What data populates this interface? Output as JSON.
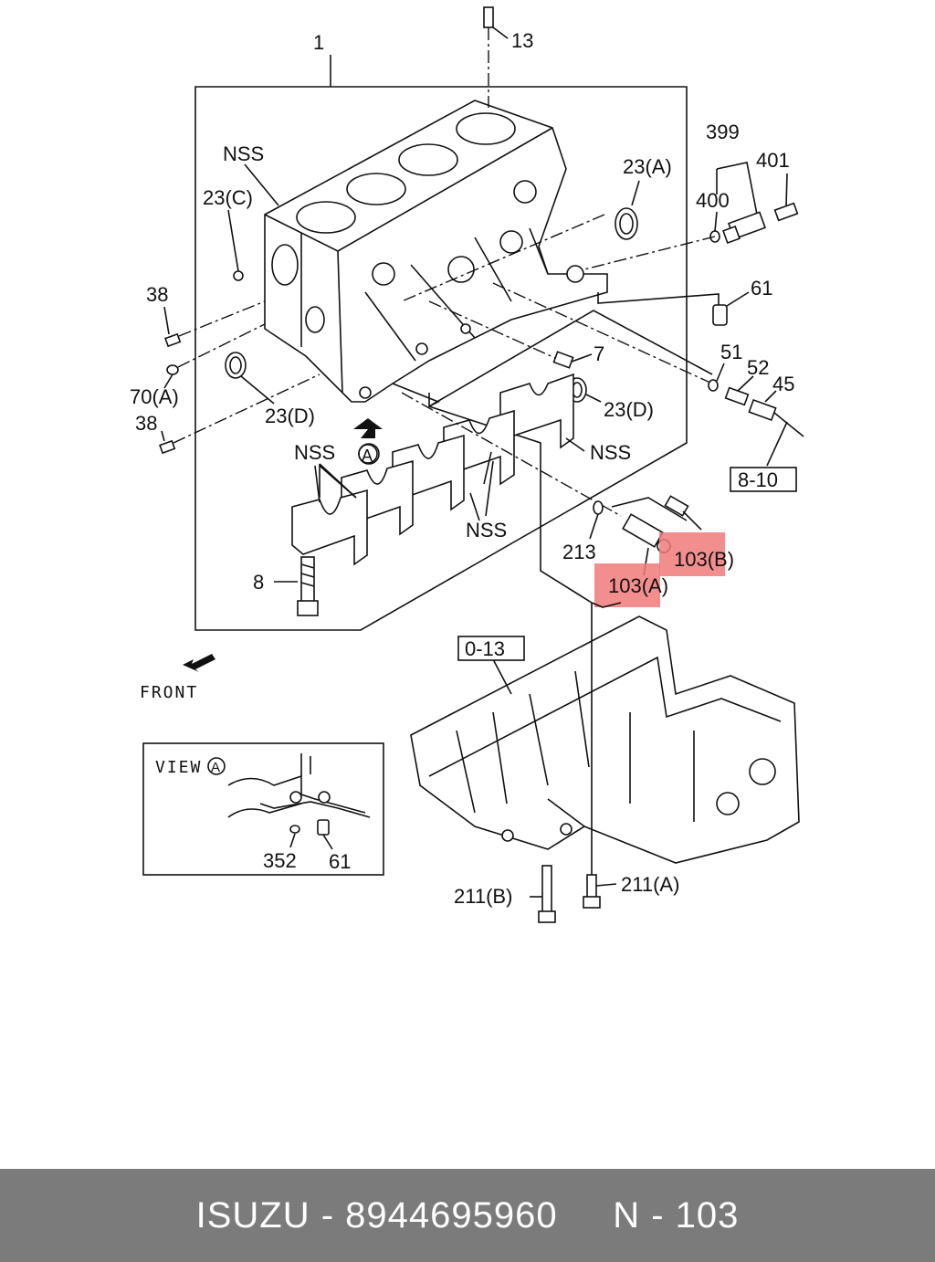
{
  "diagram": {
    "labels": {
      "l1": "1",
      "l13": "13",
      "nss1": "NSS",
      "l23c": "23(C)",
      "l23a": "23(A)",
      "l399": "399",
      "l401": "401",
      "l400": "400",
      "l61a": "61",
      "l38a": "38",
      "l7": "7",
      "l51": "51",
      "l52": "52",
      "l45": "45",
      "l70a": "70(A)",
      "l23d1": "23(D)",
      "l23d2": "23(D)",
      "l38b": "38",
      "nss2": "NSS",
      "viewA": "A",
      "nss3": "NSS",
      "nss4": "NSS",
      "l810": "8-10",
      "l213": "213",
      "l103b": "103(B)",
      "l103a": "103(A)",
      "l8": "8",
      "l013": "0-13",
      "front": "FRONT",
      "view": "VIEW",
      "viewCircle": "A",
      "l352": "352",
      "l61b": "61",
      "l211b": "211(B)",
      "l211a": "211(A)"
    },
    "highlight_color": "#f07a7a"
  },
  "footer": {
    "brand": "ISUZU",
    "sep": "-",
    "part_number": "8944695960",
    "ref_label": "N",
    "ref_sep": "-",
    "ref_number": "103",
    "bg_color": "#7b7b7b"
  }
}
